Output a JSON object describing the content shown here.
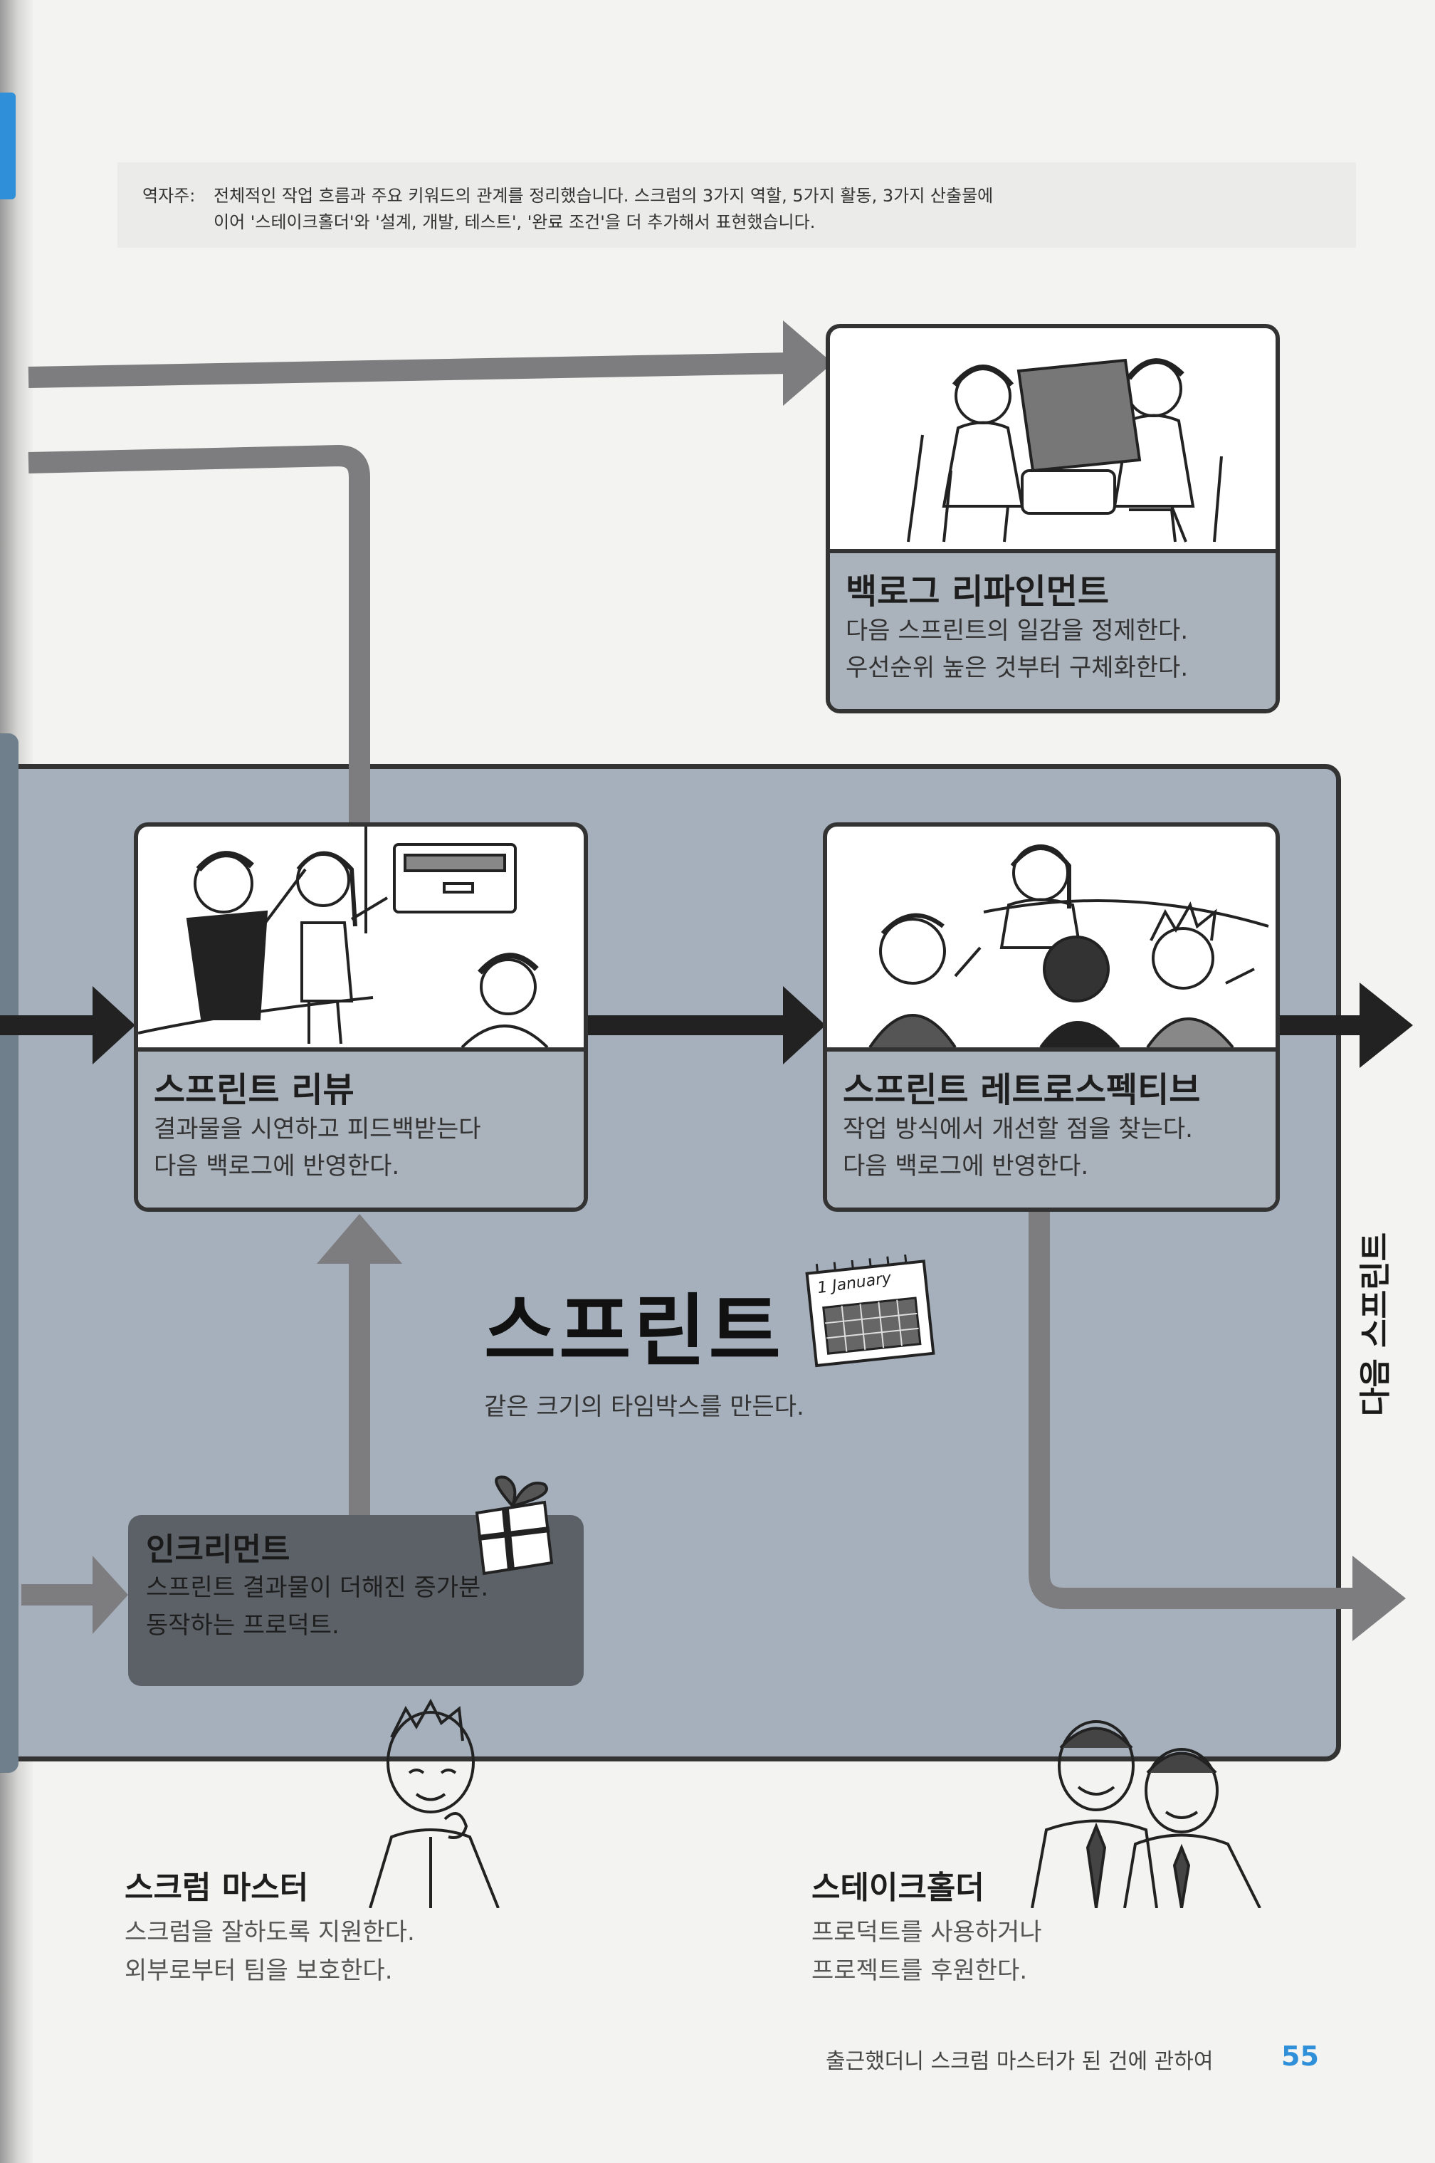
{
  "translator_note": {
    "label": "역자주:",
    "line1": "전체적인 작업 흐름과 주요 키워드의 관계를 정리했습니다. 스크럼의 3가지 역할, 5가지 활동, 3가지 산출물에",
    "line2": "이어 '스테이크홀더'와 '설계, 개발, 테스트', '완료 조건'을 더 추가해서 표현했습니다."
  },
  "backlog_refinement": {
    "title": "백로그 리파인먼트",
    "desc1": "다음 스프린트의 일감을 정제한다.",
    "desc2": "우선순위 높은 것부터 구체화한다."
  },
  "sprint_review": {
    "title": "스프린트 리뷰",
    "desc1": "결과물을 시연하고 피드백받는다",
    "desc2": "다음 백로그에 반영한다."
  },
  "sprint_retrospective": {
    "title": "스프린트 레트로스펙티브",
    "desc1": "작업 방식에서 개선할 점을 찾는다.",
    "desc2": "다음 백로그에 반영한다."
  },
  "sprint": {
    "title": "스프린트",
    "subtitle": "같은 크기의 타임박스를 만든다.",
    "calendar_label": "1 January"
  },
  "increment": {
    "title": "인크리먼트",
    "desc1": "스프린트 결과물이 더해진 증가분.",
    "desc2": "동작하는 프로덕트."
  },
  "next_sprint": "다음 스프린트",
  "scrum_master": {
    "title": "스크럼 마스터",
    "desc1": "스크럼을 잘하도록 지원한다.",
    "desc2": "외부로부터 팀을 보호한다."
  },
  "stakeholder": {
    "title": "스테이크홀더",
    "desc1": "프로덕트를 사용하거나",
    "desc2": "프로젝트를 후원한다."
  },
  "footer": {
    "book_title": "출근했더니 스크럼 마스터가 된 건에 관하여",
    "page_number": "55"
  },
  "colors": {
    "arrow_gray": "#7d7d7f",
    "arrow_dark": "#222222",
    "sprint_area": "#a5b0bc",
    "card_info": "#aab2bc",
    "increment_box": "#5b6166",
    "accent_blue": "#2f8fd8"
  }
}
